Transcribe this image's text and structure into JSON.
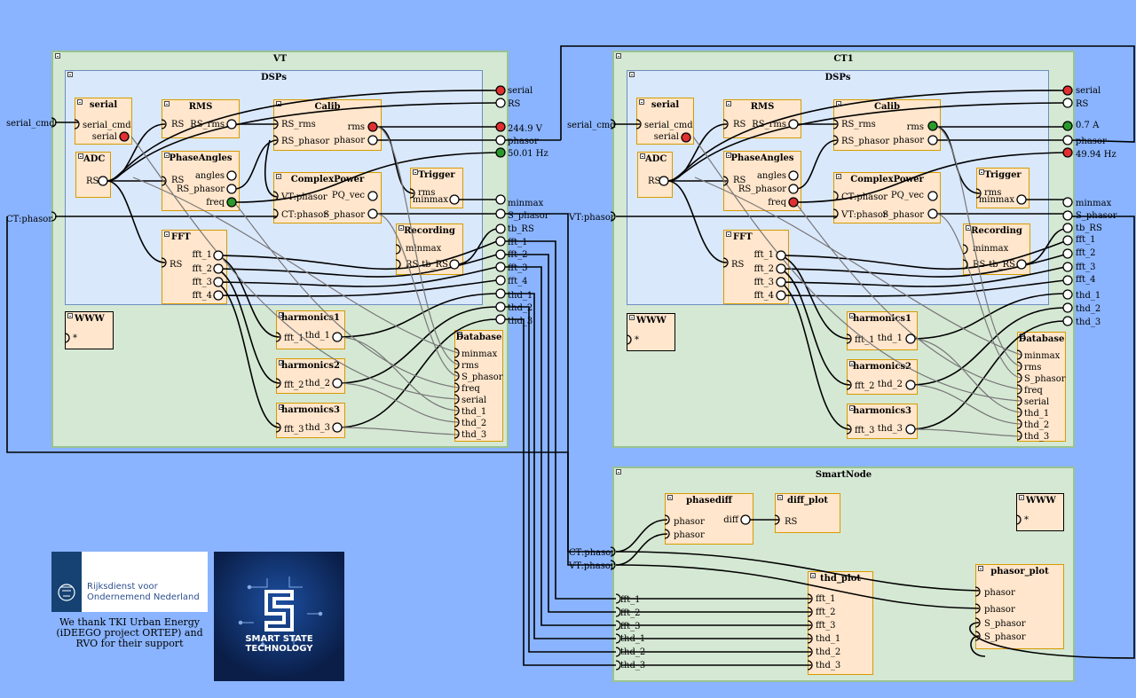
{
  "groups": {
    "vt": {
      "title": "VT",
      "dsps_title": "DSPs"
    },
    "ct1": {
      "title": "CT1",
      "dsps_title": "DSPs"
    },
    "smartnode": {
      "title": "SmartNode"
    }
  },
  "vt": {
    "serial": {
      "title": "serial",
      "port_in": "serial_cmd",
      "port_out": "serial"
    },
    "adc": {
      "title": "ADC",
      "port_out": "RS"
    },
    "rms": {
      "title": "RMS",
      "port_in": "RS",
      "port_out": "RS_rms"
    },
    "phaseangles": {
      "title": "PhaseAngles",
      "port_in": "RS",
      "out_angles": "angles",
      "out_rs_phasor": "RS_phasor",
      "out_freq": "freq"
    },
    "calib": {
      "title": "Calib",
      "in_rs_rms": "RS_rms",
      "in_rs_phasor": "RS_phasor",
      "out_rms": "rms",
      "out_phasor": "phasor"
    },
    "complexpower": {
      "title": "ComplexPower",
      "in1": "VT:phasor",
      "in2": "CT:phasor",
      "out1": "PQ_vec",
      "out2": "S_phasor"
    },
    "trigger": {
      "title": "Trigger",
      "port_in": "rms",
      "port_out": "minmax"
    },
    "recording": {
      "title": "Recording",
      "in_minmax": "minmax",
      "in_rs": "RS",
      "out": "tb_RS"
    },
    "fft": {
      "title": "FFT",
      "port_in": "RS",
      "outs": [
        "fft_1",
        "fft_2",
        "fft_3",
        "fft_4"
      ]
    },
    "harmonics1": {
      "title": "harmonics1",
      "port_in": "fft_1",
      "port_out": "thd_1"
    },
    "harmonics2": {
      "title": "harmonics2",
      "port_in": "fft_2",
      "port_out": "thd_2"
    },
    "harmonics3": {
      "title": "harmonics3",
      "port_in": "fft_3",
      "port_out": "thd_3"
    },
    "database": {
      "title": "Database",
      "ports": [
        "minmax",
        "rms",
        "S_phasor",
        "freq",
        "serial",
        "thd_1",
        "thd_2",
        "thd_3"
      ]
    },
    "www": {
      "title": "WWW",
      "port": "*"
    },
    "ext_in": {
      "serial_cmd": "serial_cmd",
      "ct_phasor": "CT:phasor"
    },
    "outputs": [
      "serial",
      "RS",
      "244.9 V",
      "phasor",
      "50.01 Hz",
      "minmax",
      "S_phasor",
      "tb_RS",
      "fft_1",
      "fft_2",
      "fft_3",
      "fft_4",
      "thd_1",
      "thd_2",
      "thd_3"
    ]
  },
  "ct1": {
    "serial": {
      "title": "serial",
      "port_in": "serial_cmd",
      "port_out": "serial"
    },
    "adc": {
      "title": "ADC",
      "port_out": "RS"
    },
    "rms": {
      "title": "RMS",
      "port_in": "RS",
      "port_out": "RS_rms"
    },
    "phaseangles": {
      "title": "PhaseAngles",
      "port_in": "RS",
      "out_angles": "angles",
      "out_rs_phasor": "RS_phasor",
      "out_freq": "freq"
    },
    "calib": {
      "title": "Calib",
      "in_rs_rms": "RS_rms",
      "in_rs_phasor": "RS_phasor",
      "out_rms": "rms",
      "out_phasor": "phasor"
    },
    "complexpower": {
      "title": "ComplexPower",
      "in1": "CT:phasor",
      "in2": "VT:phasor",
      "out1": "PQ_vec",
      "out2": "S_phasor"
    },
    "trigger": {
      "title": "Trigger",
      "port_in": "rms",
      "port_out": "minmax"
    },
    "recording": {
      "title": "Recording",
      "in_minmax": "minmax",
      "in_rs": "RS",
      "out": "tb_RS"
    },
    "fft": {
      "title": "FFT",
      "port_in": "RS",
      "outs": [
        "fft_1",
        "fft_2",
        "fft_3",
        "fft_4"
      ]
    },
    "harmonics1": {
      "title": "harmonics1",
      "port_in": "fft_1",
      "port_out": "thd_1"
    },
    "harmonics2": {
      "title": "harmonics2",
      "port_in": "fft_2",
      "port_out": "thd_2"
    },
    "harmonics3": {
      "title": "harmonics3",
      "port_in": "fft_3",
      "port_out": "thd_3"
    },
    "database": {
      "title": "Database",
      "ports": [
        "minmax",
        "rms",
        "S_phasor",
        "freq",
        "serial",
        "thd_1",
        "thd_2",
        "thd_3"
      ]
    },
    "www": {
      "title": "WWW",
      "port": "*"
    },
    "ext_in": {
      "serial_cmd": "serial_cmd",
      "vt_phasor": "VT:phasor"
    },
    "outputs": [
      "serial",
      "RS",
      "0.7 A",
      "phasor",
      "49.94 Hz",
      "minmax",
      "S_phasor",
      "tb_RS",
      "fft_1",
      "fft_2",
      "fft_3",
      "fft_4",
      "thd_1",
      "thd_2",
      "thd_3"
    ]
  },
  "smartnode": {
    "phasediff": {
      "title": "phasediff",
      "in1": "phasor",
      "in2": "phasor",
      "out": "diff"
    },
    "diff_plot": {
      "title": "diff_plot",
      "port_in": "RS"
    },
    "www": {
      "title": "WWW",
      "port": "*"
    },
    "thd_plot": {
      "title": "thd_plot",
      "ports": [
        "fft_1",
        "fft_2",
        "fft_3",
        "thd_1",
        "thd_2",
        "thd_3"
      ]
    },
    "phasor_plot": {
      "title": "phasor_plot",
      "ports": [
        "phasor",
        "phasor",
        "S_phasor",
        "S_phasor"
      ]
    },
    "inputs": [
      "CT:phasor",
      "VT:phasor",
      "fft_1",
      "fft_2",
      "fft_3",
      "thd_1",
      "thd_2",
      "thd_3"
    ]
  },
  "footer": {
    "logo1_text": "Rijksdienst voor Ondernemend Nederland",
    "logo2_text": "SMART STATE TECHNOLOGY",
    "thanks": "We thank TKI Urban Energy (iDEEGO project ORTEP) and RVO for their support"
  },
  "colors": {
    "background": "#8ab4ff",
    "group_fill": "#d5e8d4",
    "dsps_fill": "#dae8fc",
    "node_fill": "#ffe6cc",
    "node_border": "#d79b00",
    "alarm_red": "#e03030",
    "ok_green": "#2a9a2a"
  }
}
